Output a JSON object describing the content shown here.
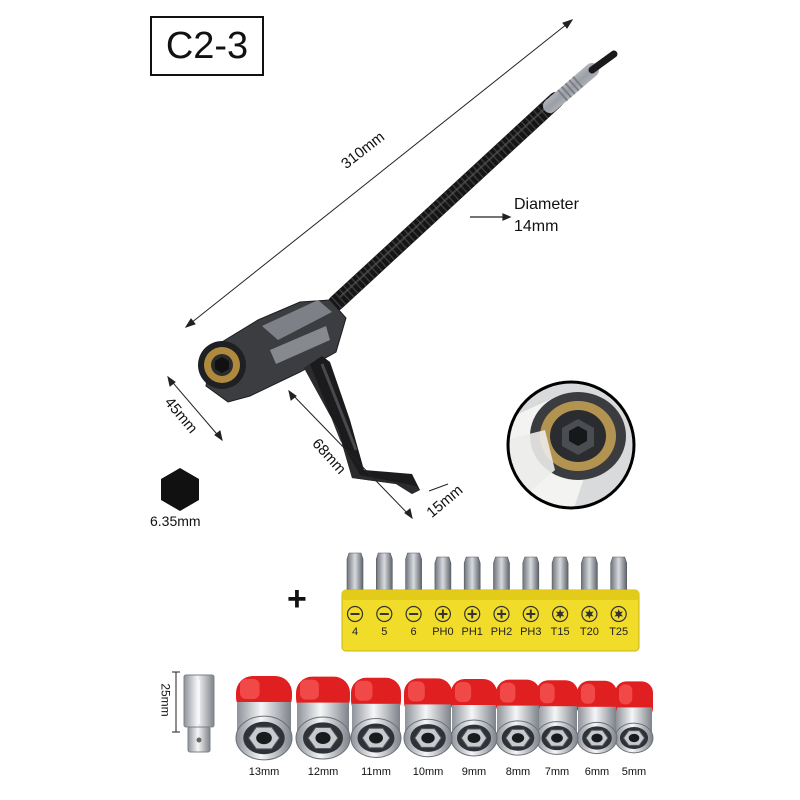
{
  "model_code": "C2-3",
  "dimensions": {
    "length": "310mm",
    "diameter_label": "Diameter",
    "diameter_value": "14mm",
    "head_width": "45mm",
    "handle_length": "68mm",
    "handle_width": "15mm",
    "hex_size": "6.35mm",
    "adapter_length": "25mm"
  },
  "plus_sign": "+",
  "bits": [
    "4",
    "5",
    "6",
    "PH0",
    "PH1",
    "PH2",
    "PH3",
    "T15",
    "T20",
    "T25"
  ],
  "sockets": [
    "13mm",
    "12mm",
    "11mm",
    "10mm",
    "9mm",
    "8mm",
    "7mm",
    "6mm",
    "5mm"
  ],
  "colors": {
    "bit_holder": "#f2dc2a",
    "socket_cap": "#e02020",
    "shaft": "#111111",
    "chrome": "#c9ccd1"
  }
}
